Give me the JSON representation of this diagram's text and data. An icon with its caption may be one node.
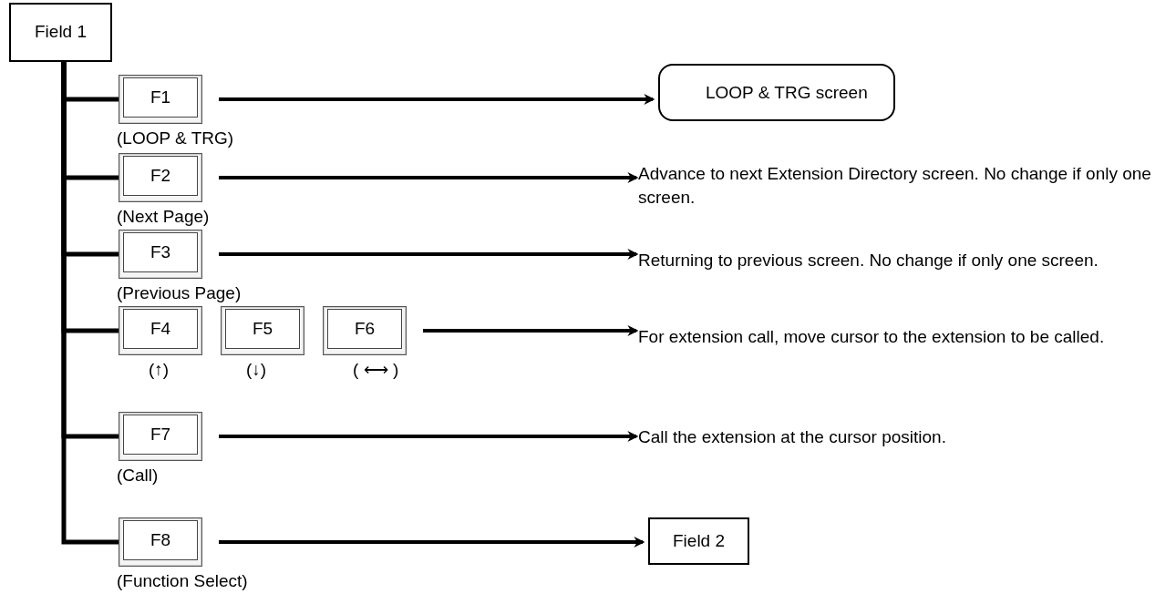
{
  "diagram": {
    "nodes": [
      {
        "text": [
          "Field 1"
        ]
      },
      {
        "text": [
          "F1"
        ],
        "beside": [
          "(LOOP & TRG)"
        ]
      },
      {
        "text": [
          "LOOP & TRG screen"
        ]
      },
      {
        "text": [
          "F2"
        ],
        "beside": [
          "(Next Page)"
        ]
      },
      {
        "text": [
          "Advance to next Extension Directory screen. No change if only one screen."
        ]
      },
      {
        "text": [
          "F3"
        ],
        "beside": [
          "(Previous Page)"
        ]
      },
      {
        "text": [
          "Returning to previous screen. No change if only one screen."
        ]
      },
      {
        "text": [
          "F4"
        ],
        "beside": [
          "(↑)"
        ]
      },
      {
        "text": [
          "F5"
        ],
        "beside": [
          "(↓)"
        ]
      },
      {
        "text": [
          "F6"
        ],
        "beside": [
          "( ⟷ )"
        ]
      },
      {
        "text": [
          "For extension call, move cursor to the extension to be called."
        ]
      },
      {
        "text": [
          "F7"
        ],
        "beside": [
          "(Call)"
        ]
      },
      {
        "text": [
          "Call the extension at the cursor position."
        ]
      },
      {
        "text": [
          "F8"
        ],
        "beside": [
          "(Function Select)"
        ]
      },
      {
        "text": [
          "Field 2"
        ]
      }
    ],
    "edges": [
      {
        "from": 0,
        "to": 1,
        "arrow": "none"
      },
      {
        "from": 0,
        "to": 3,
        "arrow": "none"
      },
      {
        "from": 0,
        "to": 5,
        "arrow": "none"
      },
      {
        "from": 0,
        "to": 7,
        "arrow": "none"
      },
      {
        "from": 0,
        "to": 11,
        "arrow": "none"
      },
      {
        "from": 0,
        "to": 13,
        "arrow": "none"
      },
      {
        "from": 1,
        "to": 2,
        "arrow": "to"
      },
      {
        "from": 3,
        "to": 4,
        "arrow": "to"
      },
      {
        "from": 5,
        "to": 6,
        "arrow": "to"
      },
      {
        "from": 9,
        "to": 10,
        "arrow": "to"
      },
      {
        "from": 11,
        "to": 12,
        "arrow": "to"
      },
      {
        "from": 13,
        "to": 14,
        "arrow": "to"
      }
    ]
  }
}
